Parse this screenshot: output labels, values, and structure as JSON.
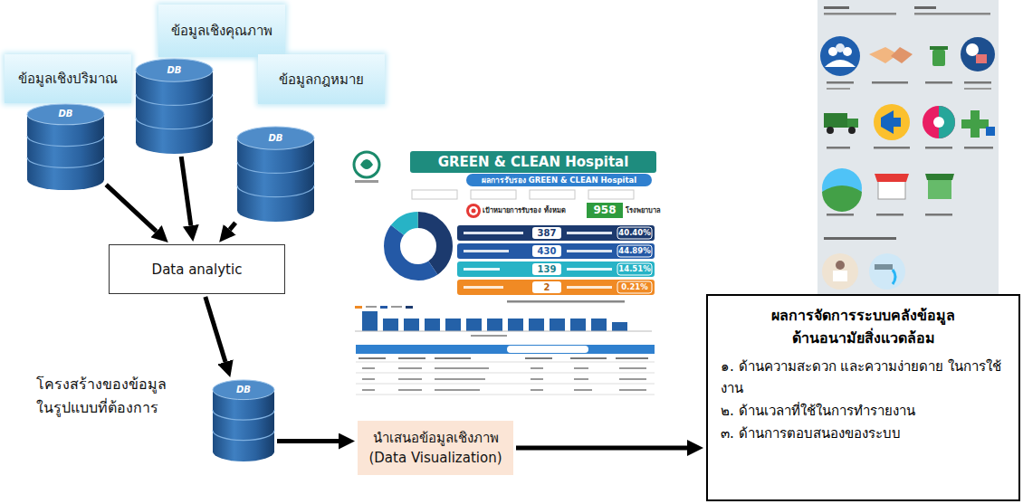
{
  "diagram": {
    "nodes": [
      {
        "text": [
          "ข้อมูลเชิงคุณภาพ"
        ]
      },
      {
        "text": [
          "ข้อมูลเชิงปริมาณ"
        ]
      },
      {
        "text": [
          "ข้อมูลกฎหมาย"
        ]
      },
      {
        "text": [
          "DB"
        ]
      },
      {
        "text": [
          "DB"
        ]
      },
      {
        "text": [
          "DB"
        ]
      },
      {
        "text": [
          "Data analytic"
        ]
      },
      {
        "text": [
          "DB"
        ]
      },
      {
        "text": [
          "นำเสนอข้อมูลเชิงภาพ (Data Visualization)"
        ]
      },
      {
        "text": [
          "ผลการจัดการระบบคลังข้อมูล ด้านอนามัยสิ่งแวดล้อม",
          "๑. ด้านความสะดวก และความง่ายดาย ในการใช้งาน",
          "๒. ด้านเวลาที่ใช้ในการทำรายงาน",
          "๓. ด้านการตอบสนองของระบบ"
        ]
      }
    ],
    "edges": [
      {
        "from": 3,
        "to": 6,
        "arrow": "to"
      },
      {
        "from": 4,
        "to": 6,
        "arrow": "to"
      },
      {
        "from": 5,
        "to": 6,
        "arrow": "to"
      },
      {
        "from": 6,
        "to": 7,
        "arrow": "to"
      },
      {
        "from": 7,
        "to": 8,
        "arrow": "to"
      },
      {
        "from": 8,
        "to": 9,
        "arrow": "to"
      }
    ],
    "labels": [
      "โครงสร้างของข้อมูล ในรูปแบบที่ต้องการ",
      "GREEN & CLEAN Hospital",
      "ผลการรับรอง GREEN & CLEAN Hospital",
      "เป้าหมายการรับรอง ทั้งหมด",
      "958",
      "โรงพยาบาล",
      "387",
      "40.40%",
      "430",
      "44.89%",
      "139",
      "14.51%",
      "2",
      "0.21%"
    ]
  }
}
